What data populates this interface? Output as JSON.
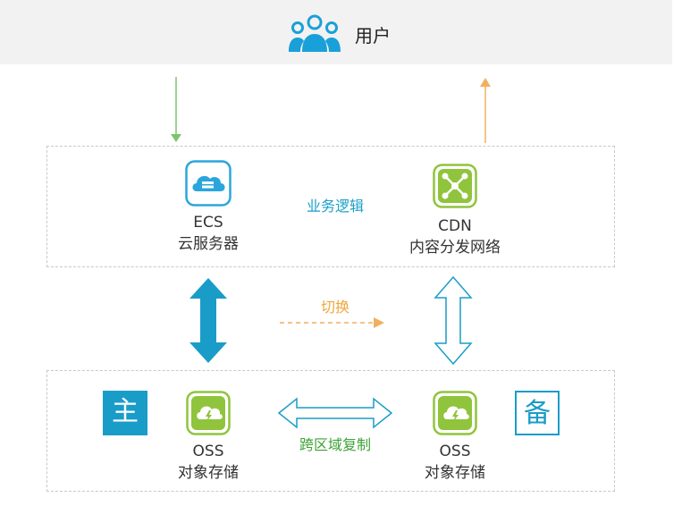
{
  "user": {
    "label": "用户",
    "icon": "users-icon"
  },
  "logic": {
    "center_label": "业务逻辑",
    "ecs": {
      "line1": "ECS",
      "line2": "云服务器",
      "icon": "cloud-server-icon"
    },
    "cdn": {
      "line1": "CDN",
      "line2": "内容分发网络",
      "icon": "network-hub-icon"
    }
  },
  "switch_label": "切换",
  "storage": {
    "primary_badge": "主",
    "backup_badge": "备",
    "replication_label": "跨区域复制",
    "oss_primary": {
      "line1": "OSS",
      "line2": "对象存储",
      "icon": "oss-storage-icon"
    },
    "oss_backup": {
      "line1": "OSS",
      "line2": "对象存储",
      "icon": "oss-storage-icon"
    }
  },
  "colors": {
    "accent_blue": "#1a9cc9",
    "arrow_green": "#7cc46e",
    "arrow_orange": "#f0b060",
    "icon_green": "#8fc43c",
    "icon_blue": "#2aa6dc"
  }
}
